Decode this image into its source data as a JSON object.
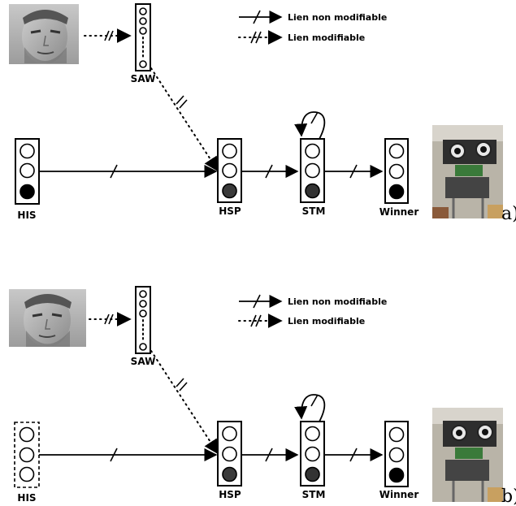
{
  "legend": {
    "fixed_label": "Lien non modifiable",
    "modifiable_label": "Lien modifiable"
  },
  "labels": {
    "saw": "SAW",
    "his": "HIS",
    "hsp": "HSP",
    "stm": "STM",
    "winner": "Winner"
  },
  "panels": [
    {
      "tag": "a)",
      "his_style": "solid",
      "activity": {
        "his": [
          "#ffffff",
          "#ffffff",
          "#000000"
        ],
        "hsp": [
          "#ffffff",
          "#ffffff",
          "#3a3a3a"
        ],
        "stm": [
          "#ffffff",
          "#ffffff",
          "#333333"
        ],
        "winner": [
          "#ffffff",
          "#ffffff",
          "#000000"
        ]
      }
    },
    {
      "tag": "b)",
      "his_style": "dashed",
      "activity": {
        "his": [
          "#ffffff",
          "#ffffff",
          "#ffffff"
        ],
        "hsp": [
          "#ffffff",
          "#ffffff",
          "#3a3a3a"
        ],
        "stm": [
          "#ffffff",
          "#ffffff",
          "#333333"
        ],
        "winner": [
          "#ffffff",
          "#ffffff",
          "#000000"
        ]
      }
    }
  ],
  "images": {
    "face": "grayscale face photograph",
    "robot": "robot head photograph"
  }
}
